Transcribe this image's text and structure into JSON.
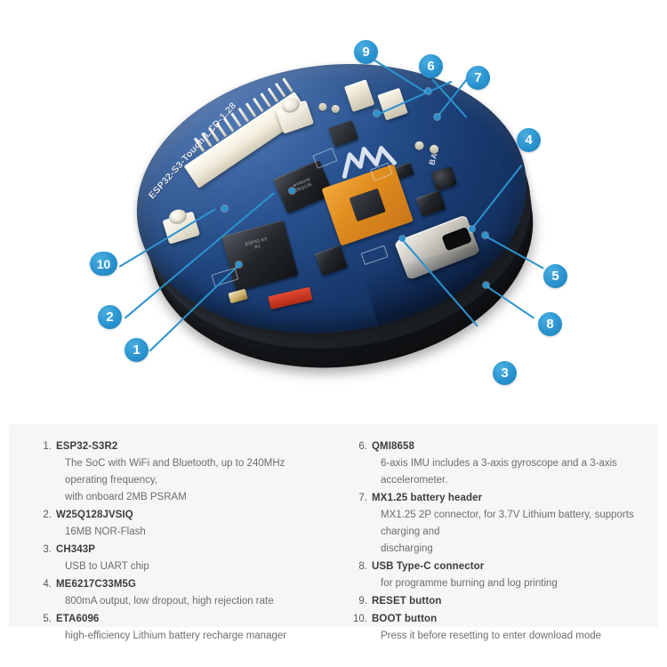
{
  "board": {
    "silkscreen_title": "ESP32-S3-Touch-LCD-1.28",
    "silkscreen_bat": "BAT",
    "brand_logo": "waveshare-logo",
    "chip_labels": {
      "soc": "ESP32-S3",
      "flash": "Winbond 25Q128",
      "imu": "QMI8658",
      "usb_uart": "CH343P"
    }
  },
  "callouts": [
    {
      "id": "1",
      "label": "1"
    },
    {
      "id": "2",
      "label": "2"
    },
    {
      "id": "3",
      "label": "3"
    },
    {
      "id": "4",
      "label": "4"
    },
    {
      "id": "5",
      "label": "5"
    },
    {
      "id": "6",
      "label": "6"
    },
    {
      "id": "7",
      "label": "7"
    },
    {
      "id": "8",
      "label": "8"
    },
    {
      "id": "9",
      "label": "9"
    },
    {
      "id": "10",
      "label": "10"
    }
  ],
  "legend": {
    "left": [
      {
        "num": "1.",
        "title": "ESP32-S3R2",
        "desc": [
          "The SoC with WiFi and Bluetooth, up to 240MHz operating frequency,",
          "with onboard 2MB PSRAM"
        ]
      },
      {
        "num": "2.",
        "title": "W25Q128JVSIQ",
        "desc": [
          "16MB NOR-Flash"
        ]
      },
      {
        "num": "3.",
        "title": "CH343P",
        "desc": [
          "USB to UART chip"
        ]
      },
      {
        "num": "4.",
        "title": "ME6217C33M5G",
        "desc": [
          "800mA output, low dropout, high rejection rate"
        ]
      },
      {
        "num": "5.",
        "title": "ETA6096",
        "desc": [
          "high-efficiency Lithium battery recharge manager"
        ]
      }
    ],
    "right": [
      {
        "num": "6.",
        "title": "QMI8658",
        "desc": [
          "6-axis IMU includes a 3-axis gyroscope and a 3-axis accelerometer."
        ]
      },
      {
        "num": "7.",
        "title": "MX1.25 battery header",
        "desc": [
          "MX1.25 2P connector, for 3.7V Lithium battery, supports charging and",
          "discharging"
        ]
      },
      {
        "num": "8.",
        "title": "USB Type-C connector",
        "desc": [
          "for programme burning and log printing"
        ]
      },
      {
        "num": "9.",
        "title": "RESET button",
        "desc": []
      },
      {
        "num": "10.",
        "title": "BOOT button",
        "desc": [
          "Press it before resetting to enter download mode"
        ]
      }
    ]
  },
  "colors": {
    "accent": "#2a93cf",
    "card_bg": "#f6f6f6",
    "page_bg": "#ffffff",
    "title_text": "#3d3d3d",
    "desc_text": "#6d6d6d",
    "pcb_blue": "#17386c"
  }
}
